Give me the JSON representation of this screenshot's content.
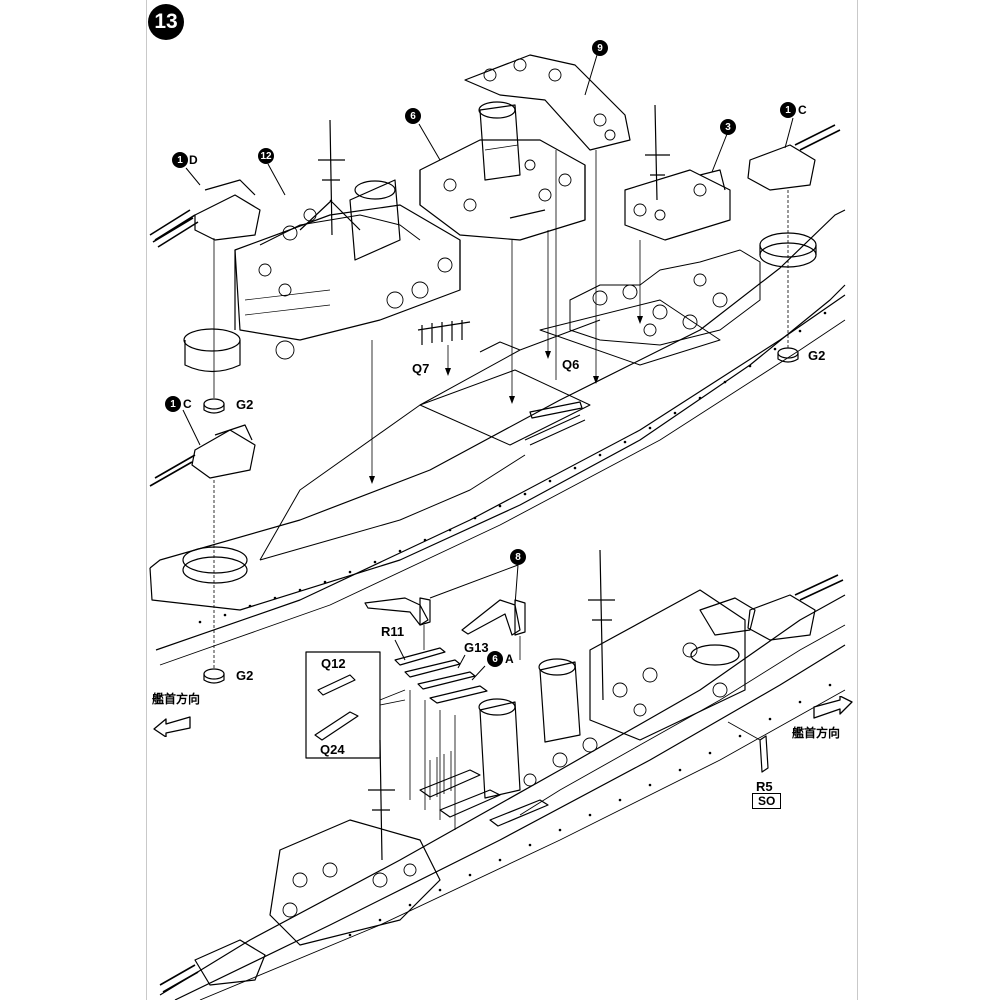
{
  "step": "13",
  "callouts": {
    "top": {
      "part_1d": {
        "num": "1",
        "letter": "D"
      },
      "part_12": {
        "num": "12"
      },
      "part_6": {
        "num": "6"
      },
      "part_9": {
        "num": "9"
      },
      "part_3": {
        "num": "3"
      },
      "part_1c_right": {
        "num": "1",
        "letter": "C"
      },
      "part_1c_left": {
        "num": "1",
        "letter": "C"
      }
    },
    "bottom": {
      "part_8": {
        "num": "8"
      },
      "part_6a": {
        "num": "6",
        "letter": "A"
      }
    }
  },
  "part_labels": {
    "g2_top_left": "G2",
    "g2_top_right": "G2",
    "g2_bottom": "G2",
    "q7": "Q7",
    "q6": "Q6",
    "r11": "R11",
    "g13": "G13",
    "q12": "Q12",
    "q24": "Q24",
    "r5": "R5"
  },
  "so_mark": "SO",
  "direction_left": "艦首方向",
  "direction_right": "艦首方向"
}
